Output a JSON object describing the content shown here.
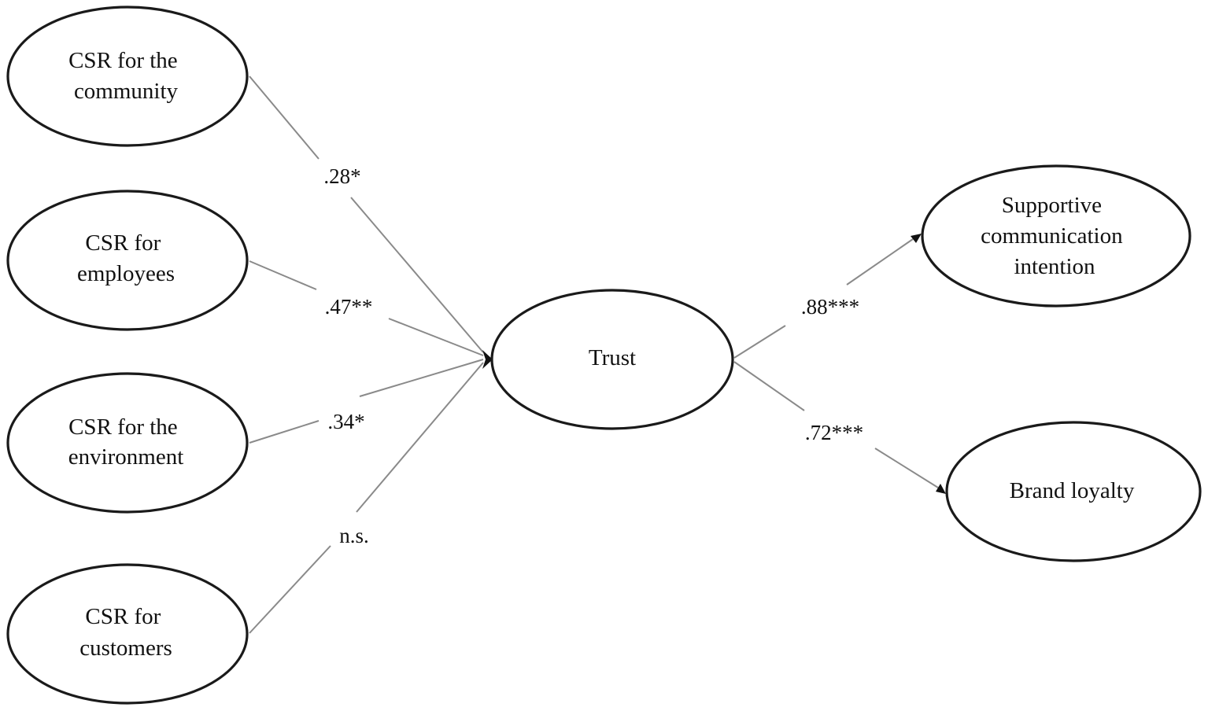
{
  "nodes": {
    "csr_community": {
      "lines": [
        "CSR for the",
        "community"
      ]
    },
    "csr_employees": {
      "lines": [
        "CSR for",
        "employees"
      ]
    },
    "csr_environment": {
      "lines": [
        "CSR for the",
        "environment"
      ]
    },
    "csr_customers": {
      "lines": [
        "CSR for",
        "customers"
      ]
    },
    "trust": {
      "lines": [
        "Trust"
      ]
    },
    "supportive": {
      "lines": [
        "Supportive",
        "communication",
        "intention"
      ]
    },
    "loyalty": {
      "lines": [
        "Brand loyalty"
      ]
    }
  },
  "paths": {
    "community_trust": ".28*",
    "employees_trust": ".47**",
    "environment_trust": ".34*",
    "customers_trust": "n.s.",
    "trust_supportive": ".88***",
    "trust_loyalty": ".72***"
  }
}
